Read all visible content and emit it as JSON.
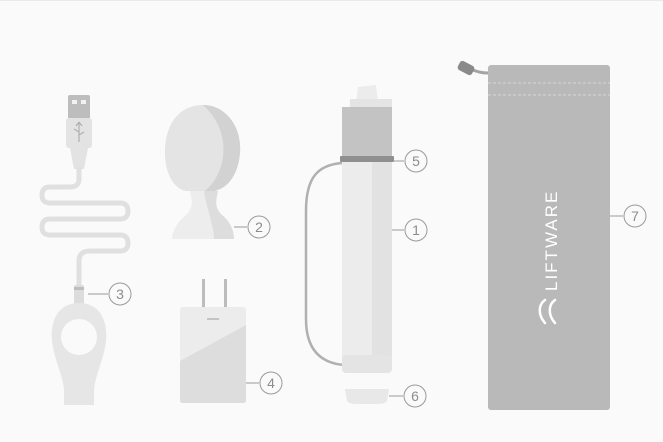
{
  "brand": {
    "name": "LIFTWARE"
  },
  "callouts": [
    {
      "id": "c1",
      "number": "1"
    },
    {
      "id": "c2",
      "number": "2"
    },
    {
      "id": "c3",
      "number": "3"
    },
    {
      "id": "c4",
      "number": "4"
    },
    {
      "id": "c5",
      "number": "5"
    },
    {
      "id": "c6",
      "number": "6"
    },
    {
      "id": "c7",
      "number": "7"
    }
  ],
  "colors": {
    "background": "#fafafa",
    "part_light": "#eeeeee",
    "part_mid": "#dcdcdc",
    "part_dark": "#a9a9a9",
    "pouch": "#b8b8b8",
    "callout": "#9a9a9a"
  },
  "icons": [
    "usb-cable-icon",
    "spoon-attachment-icon",
    "wall-adapter-icon",
    "handle-icon",
    "end-cap-icon",
    "travel-pouch-icon",
    "liftware-logo-icon"
  ]
}
